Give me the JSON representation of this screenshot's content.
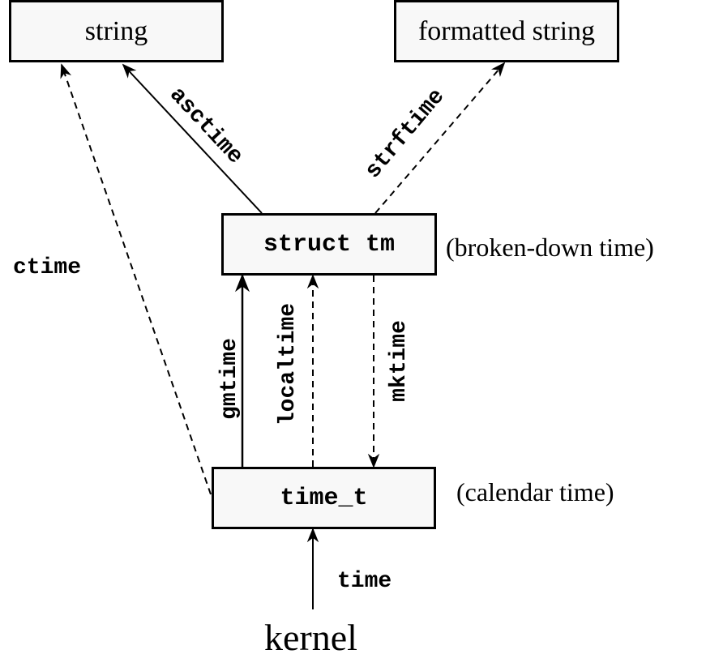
{
  "nodes": {
    "string": "string",
    "formatted_string": "formatted string",
    "struct_tm": "struct tm",
    "time_t": "time_t",
    "kernel": "kernel"
  },
  "annotations": {
    "struct_tm": "(broken-down time)",
    "time_t": "(calendar time)"
  },
  "edges": {
    "asctime": "asctime",
    "strftime": "strftime",
    "ctime": "ctime",
    "gmtime": "gmtime",
    "localtime": "localtime",
    "mktime": "mktime",
    "time": "time"
  }
}
